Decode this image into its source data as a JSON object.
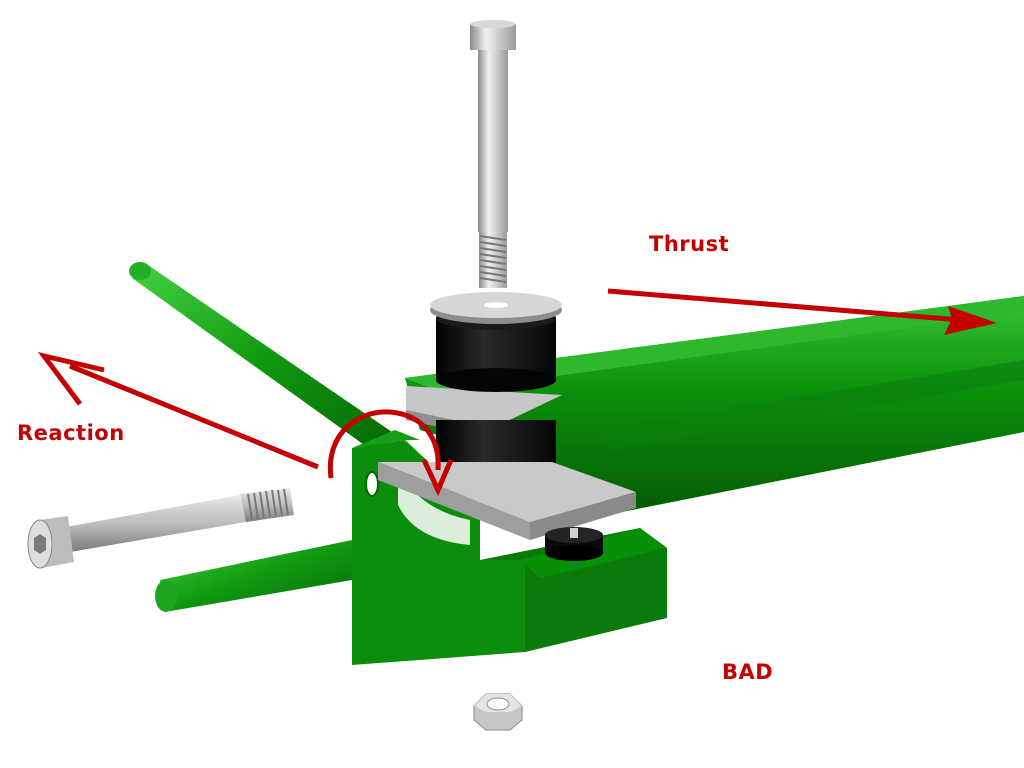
{
  "labels": {
    "thrust": "Thrust",
    "reaction": "Reaction",
    "verdict": "BAD"
  },
  "colors": {
    "label": "#c40000",
    "arrow": "#c40000",
    "frame_green": "#0d8f0d",
    "frame_green_dark": "#066606",
    "frame_green_light": "#2fbf2f",
    "steel": "#b8b8b8",
    "rubber": "#111111"
  },
  "icons": {
    "thrust_arrow": "arrow-right",
    "reaction_arrow": "arrow-up-left",
    "moment_arrow": "curved-arrow-clockwise"
  }
}
